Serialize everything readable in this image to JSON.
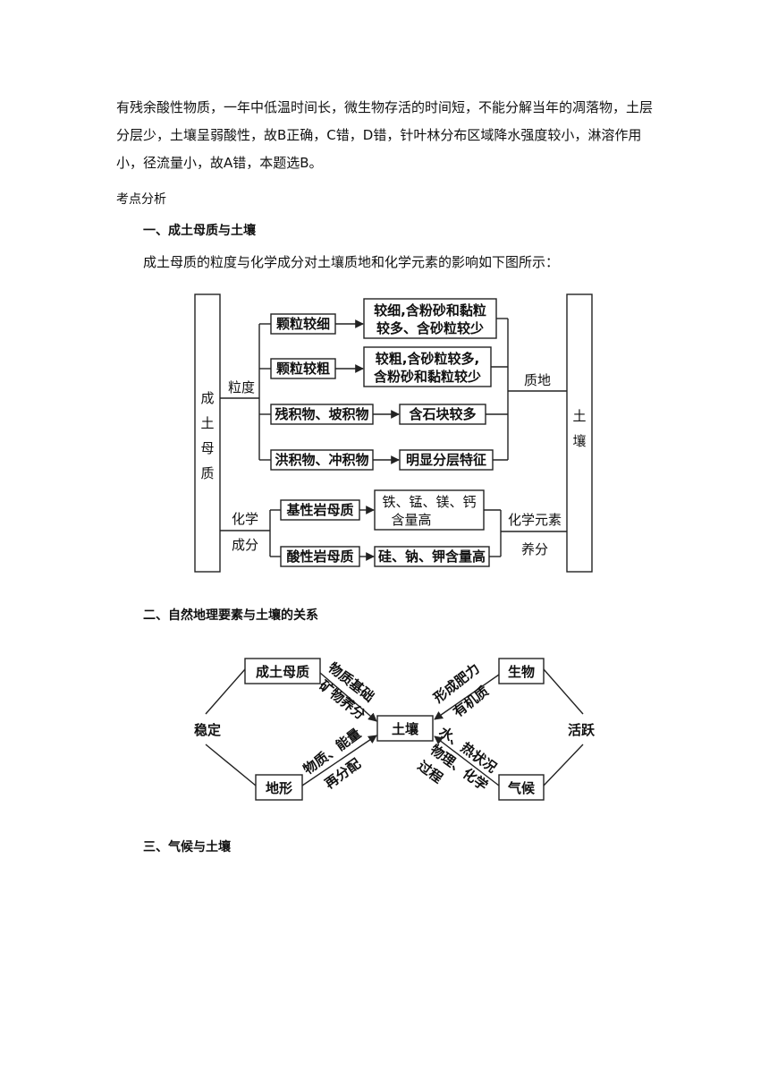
{
  "intro_lines": [
    "有残余酸性物质，一年中低温时间长，微生物存活的时间短，不能分解当年的凋落物，土层",
    "分层少，土壤呈弱酸性，故B正确，C错，D错，针叶林分布区域降水强度较小，淋溶作用",
    "小，径流量小，故A错，本题选B。"
  ],
  "section_label": "考点分析",
  "heading1": "一、成土母质与土壤",
  "heading1_desc": "成土母质的粒度与化学成分对土壤质地和化学元素的影响如下图所示：",
  "diagram1": {
    "left_box_chars": [
      "成",
      "土",
      "母",
      "质"
    ],
    "right_box_chars": [
      "土",
      "壤"
    ],
    "granularity": "粒度",
    "chem_line1": "化学",
    "chem_line2": "成分",
    "fine": "颗粒较细",
    "fine_result_1": "较细,含粉砂和黏粒",
    "fine_result_2": "较多、含砂粒较少",
    "coarse": "颗粒较粗",
    "coarse_result_1": "较粗,含砂粒较多,",
    "coarse_result_2": "含粉砂和黏粒较少",
    "residual": "残积物、坡积物",
    "residual_result": "含石块较多",
    "alluvial": "洪积物、冲积物",
    "alluvial_result": "明显分层特征",
    "texture": "质地",
    "basic": "基性岩母质",
    "basic_result_1": "铁、锰、镁、钙",
    "basic_result_2": "含量高",
    "acidic": "酸性岩母质",
    "acidic_result": "硅、钠、钾含量高",
    "chem_elem": "化学元素",
    "nutrients": "养分"
  },
  "heading2": "二、自然地理要素与土壤的关系",
  "diagram2": {
    "parent": "成土母质",
    "bio": "生物",
    "terrain": "地形",
    "climate": "气候",
    "soil": "土壤",
    "stable": "稳定",
    "active": "活跃",
    "parent_rel_1": "物质基础",
    "parent_rel_2": "矿物养分",
    "bio_rel_1": "形成肥力",
    "bio_rel_2": "有机质",
    "terrain_rel_1": "物质、能量",
    "terrain_rel_2": "再分配",
    "climate_rel_1": "水、热状况",
    "climate_rel_2": "物理、化学",
    "climate_rel_3": "过程"
  },
  "heading3": "三、气候与土壤"
}
